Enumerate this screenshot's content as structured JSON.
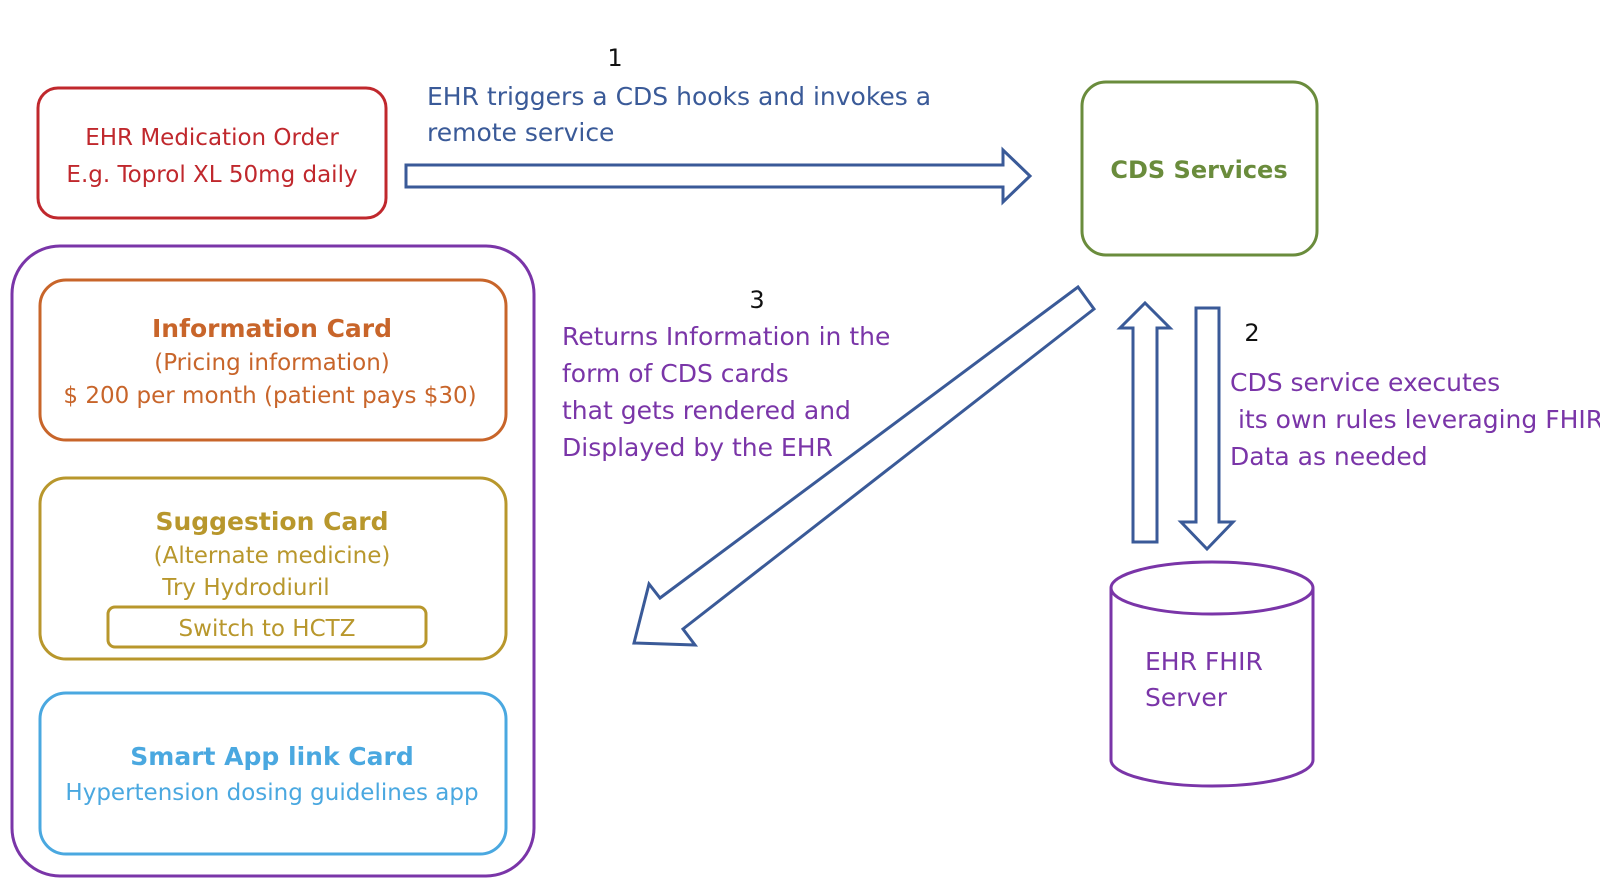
{
  "colors": {
    "red": "#c0282d",
    "orange": "#c8652a",
    "gold": "#b8972c",
    "blue_light": "#4aa8e0",
    "purple": "#7a35a8",
    "green": "#6a8c3c",
    "arrow_blue": "#3a5a98",
    "black": "#111111"
  },
  "order_box": {
    "line1": "EHR Medication Order",
    "line2": "E.g. Toprol XL 50mg daily"
  },
  "cds_box": {
    "label": "CDS Services"
  },
  "fhir_server": {
    "line1": "EHR FHIR",
    "line2": "Server"
  },
  "step1": {
    "number": "1",
    "line1": "EHR triggers a CDS hooks and invokes a",
    "line2": "remote service"
  },
  "step2": {
    "number": "2",
    "line1": "CDS service executes",
    "line2": " its own rules leveraging FHIR",
    "line3": "Data as needed"
  },
  "step3": {
    "number": "3",
    "line1": "Returns Information in the",
    "line2": "form of CDS cards",
    "line3": "that gets rendered and",
    "line4": "Displayed by the EHR"
  },
  "cards": {
    "information": {
      "title": "Information Card",
      "line1": "(Pricing information)",
      "line2": "$ 200 per month (patient pays $30)"
    },
    "suggestion": {
      "title": "Suggestion Card",
      "line1": "(Alternate medicine)",
      "line2": "Try Hydrodiuril",
      "button": "Switch to HCTZ"
    },
    "smart_app": {
      "title": "Smart App link Card",
      "line1": "Hypertension dosing guidelines app"
    }
  }
}
